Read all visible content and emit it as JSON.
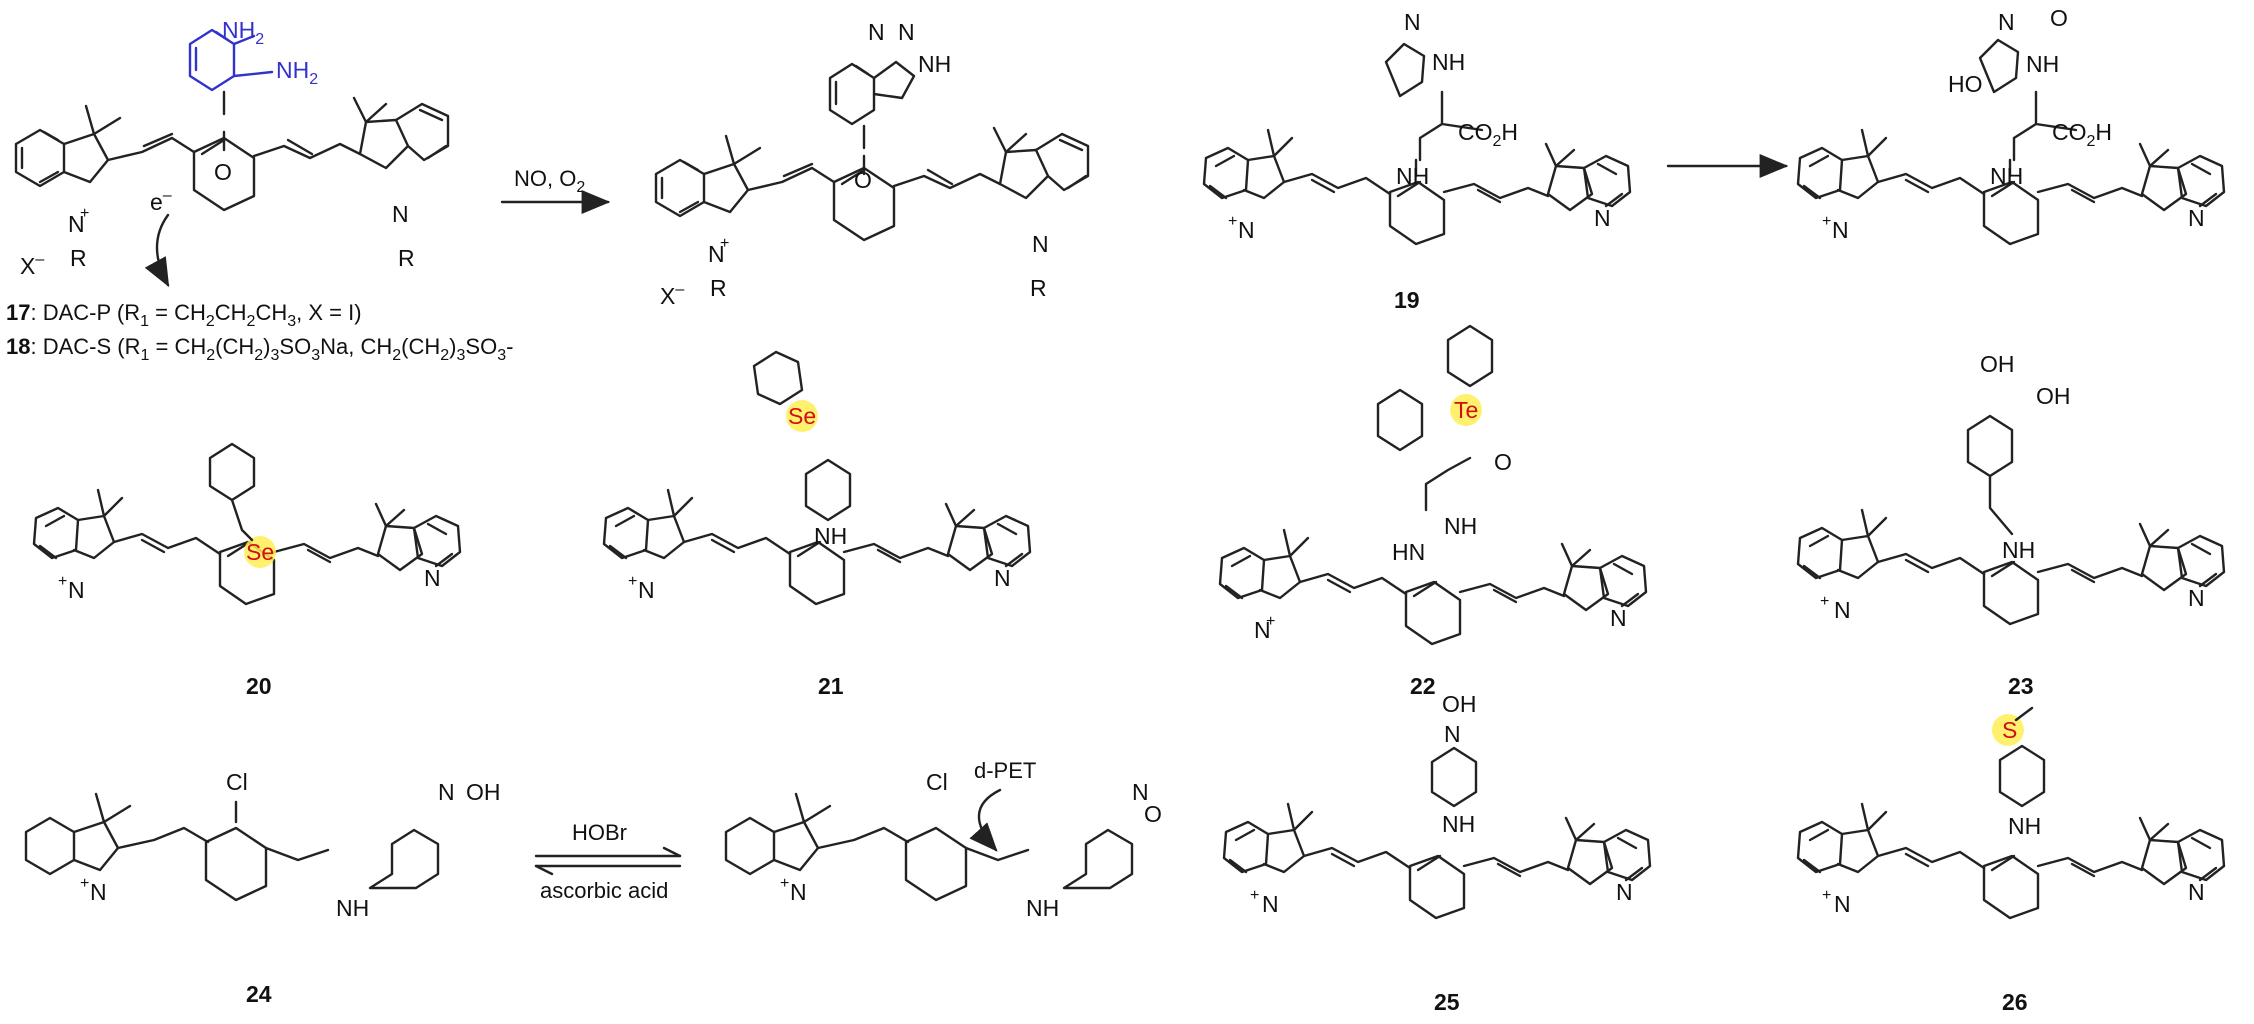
{
  "labels": {
    "c17": "17",
    "c18": "18",
    "c19": "19",
    "c20": "20",
    "c21": "21",
    "c22": "22",
    "c23": "23",
    "c24": "24",
    "c25": "25",
    "c26": "26"
  },
  "caption17": {
    "num": "17",
    "text": ": DAC-P (R",
    "sub1": "1",
    "text2": " = CH",
    "sub2": "2",
    "text3": "CH",
    "sub3": "2",
    "text4": "CH",
    "sub4": "3",
    "text5": ", X = I)"
  },
  "caption18": {
    "num": "18",
    "text": ": DAC-S (R",
    "sub1": "1",
    "text2": " = CH",
    "sub2": "2",
    "text3": "(CH",
    "sub3": "2",
    "text4": ")",
    "sub4": "3",
    "text5": "SO",
    "sub5": "3",
    "text6": "Na, CH",
    "sub6": "2",
    "text7": "(CH",
    "sub7": "2",
    "text8": ")",
    "sub8": "3",
    "text9": "SO",
    "sub9": "3",
    "text10": "-"
  },
  "arrows": {
    "a1_top": "NO, O",
    "a1_top_sub": "2",
    "a3_top": "HOBr",
    "a3_bottom": "ascorbic acid",
    "dpet": "d-PET"
  },
  "atoms": {
    "nh2": "NH",
    "nh2_sub": "2",
    "e_minus": "e",
    "e_sup": "–",
    "o": "O",
    "n": "N",
    "nplus": "+",
    "r": "R",
    "x": "X",
    "xsup": "–",
    "nh": "NH",
    "hn": "HN",
    "co2h": "CO",
    "co2h_sub": "2",
    "co2h_h": "H",
    "ho": "HO",
    "oh": "OH",
    "cl": "Cl",
    "h": "H",
    "se": "Se",
    "te": "Te",
    "s": "S",
    "n_ring": "N"
  },
  "colors": {
    "highlight": "#ffee55",
    "heteroatom": "#d01010",
    "amine": "#3333cc"
  }
}
